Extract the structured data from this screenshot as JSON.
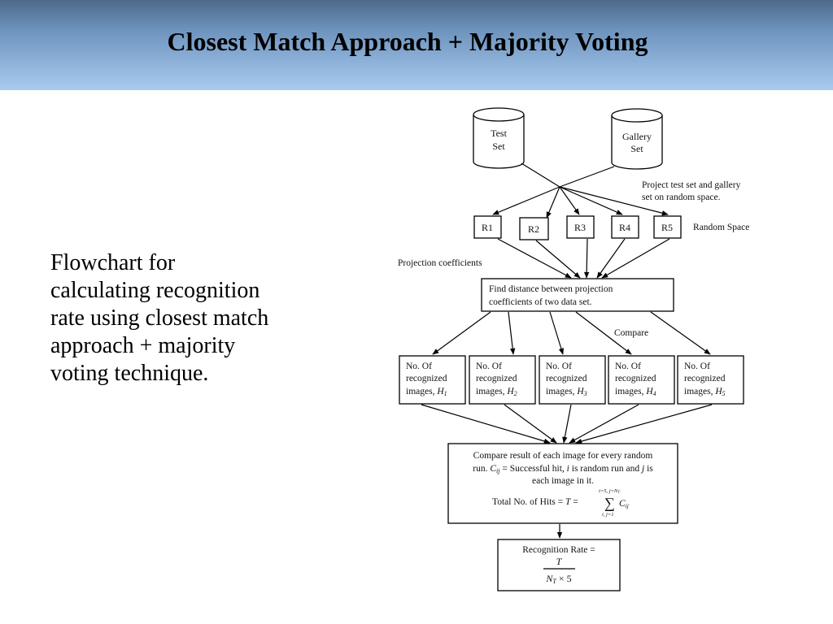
{
  "slide": {
    "title": "Closest Match Approach + Majority Voting",
    "description_lines": [
      "Flowchart for",
      "calculating recognition",
      "rate using closest match",
      "approach + majority",
      "voting technique."
    ]
  },
  "flowchart": {
    "test_set": [
      "Test",
      "Set"
    ],
    "gallery_set": [
      "Gallery",
      "Set"
    ],
    "project_note": [
      "Project test set and gallery",
      "set on random space."
    ],
    "random_nodes": [
      "R1",
      "R2",
      "R3",
      "R4",
      "R5"
    ],
    "random_space_label": "Random Space",
    "projection_label": "Projection coefficients",
    "distance_box": [
      "Find distance between projection",
      "coefficients of two data set."
    ],
    "compare_label": "Compare",
    "result_prefix": [
      "No. Of",
      "recognized",
      "images, "
    ],
    "result_symbols": [
      "H",
      "H",
      "H",
      "H",
      "H"
    ],
    "result_subscripts": [
      "1",
      "2",
      "3",
      "4",
      "5"
    ],
    "compare_box": {
      "line1": "Compare result of each image for every random",
      "line2_a": "run. ",
      "line2_c": "C",
      "line2_ij": "ij",
      "line2_b": " = Successful hit, ",
      "line2_i": "i",
      "line2_c2": " is random run and ",
      "line2_j": "j",
      "line2_d": " is",
      "line3": "each image in it.",
      "total_label": "Total No. of Hits = ",
      "total_T": "T",
      "total_eq": " =",
      "sum_top": "i=5, j=N",
      "sum_top_sub": "T",
      "sum_symbol": "∑",
      "sum_bottom": "i, j=1",
      "sum_C": "C",
      "sum_C_sub": "ij"
    },
    "rate_box": {
      "label": "Recognition Rate =",
      "numerator": "T",
      "den_N": "N",
      "den_sub": "T",
      "den_rest": " × 5"
    }
  }
}
